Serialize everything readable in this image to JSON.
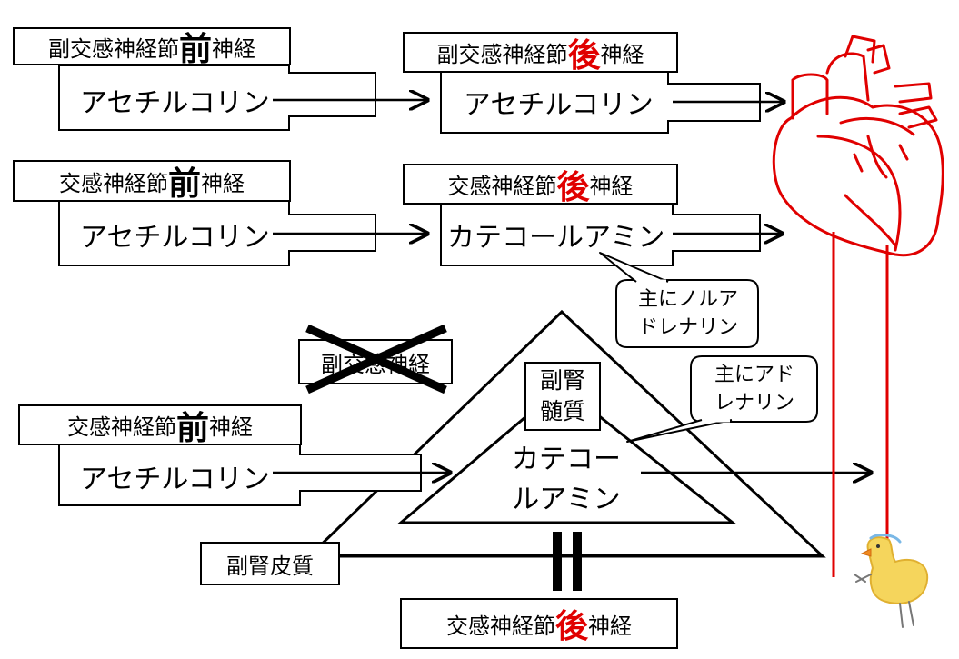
{
  "rows": [
    {
      "pre_label": {
        "a": "副交感神経節",
        "b": "前",
        "c": "神経"
      },
      "pre_transmitter": "アセチルコリン",
      "post_label": {
        "a": "副交感神経節",
        "b": "後",
        "c": "神経"
      },
      "post_transmitter": "アセチルコリン"
    },
    {
      "pre_label": {
        "a": "交感神経節",
        "b": "前",
        "c": "神経"
      },
      "pre_transmitter": "アセチルコリン",
      "post_label": {
        "a": "交感神経節",
        "b": "後",
        "c": "神経"
      },
      "post_transmitter": "カテコールアミン"
    }
  ],
  "callout_noradrenaline": {
    "line1": "主にノルア",
    "line2": "ドレナリン"
  },
  "callout_adrenaline": {
    "line1": "主にアド",
    "line2": "レナリン"
  },
  "crossed_label": "副交感神経",
  "adrenal": {
    "medulla": {
      "line1": "副腎",
      "line2": "髄質"
    },
    "catecholamine": {
      "line1": "カテコー",
      "line2": "ルアミン"
    },
    "cortex": "副腎皮質"
  },
  "bottom": {
    "pre_label": {
      "a": "交感神経節",
      "b": "前",
      "c": "神経"
    },
    "pre_transmitter": "アセチルコリン",
    "post_label": {
      "a": "交感神経節",
      "b": "後",
      "c": "神経"
    }
  },
  "colors": {
    "accent": "#e00000",
    "line": "#000000",
    "heart": "#e00000"
  },
  "icons": [
    "heart-icon",
    "chick-icon",
    "cross-mark-icon"
  ]
}
